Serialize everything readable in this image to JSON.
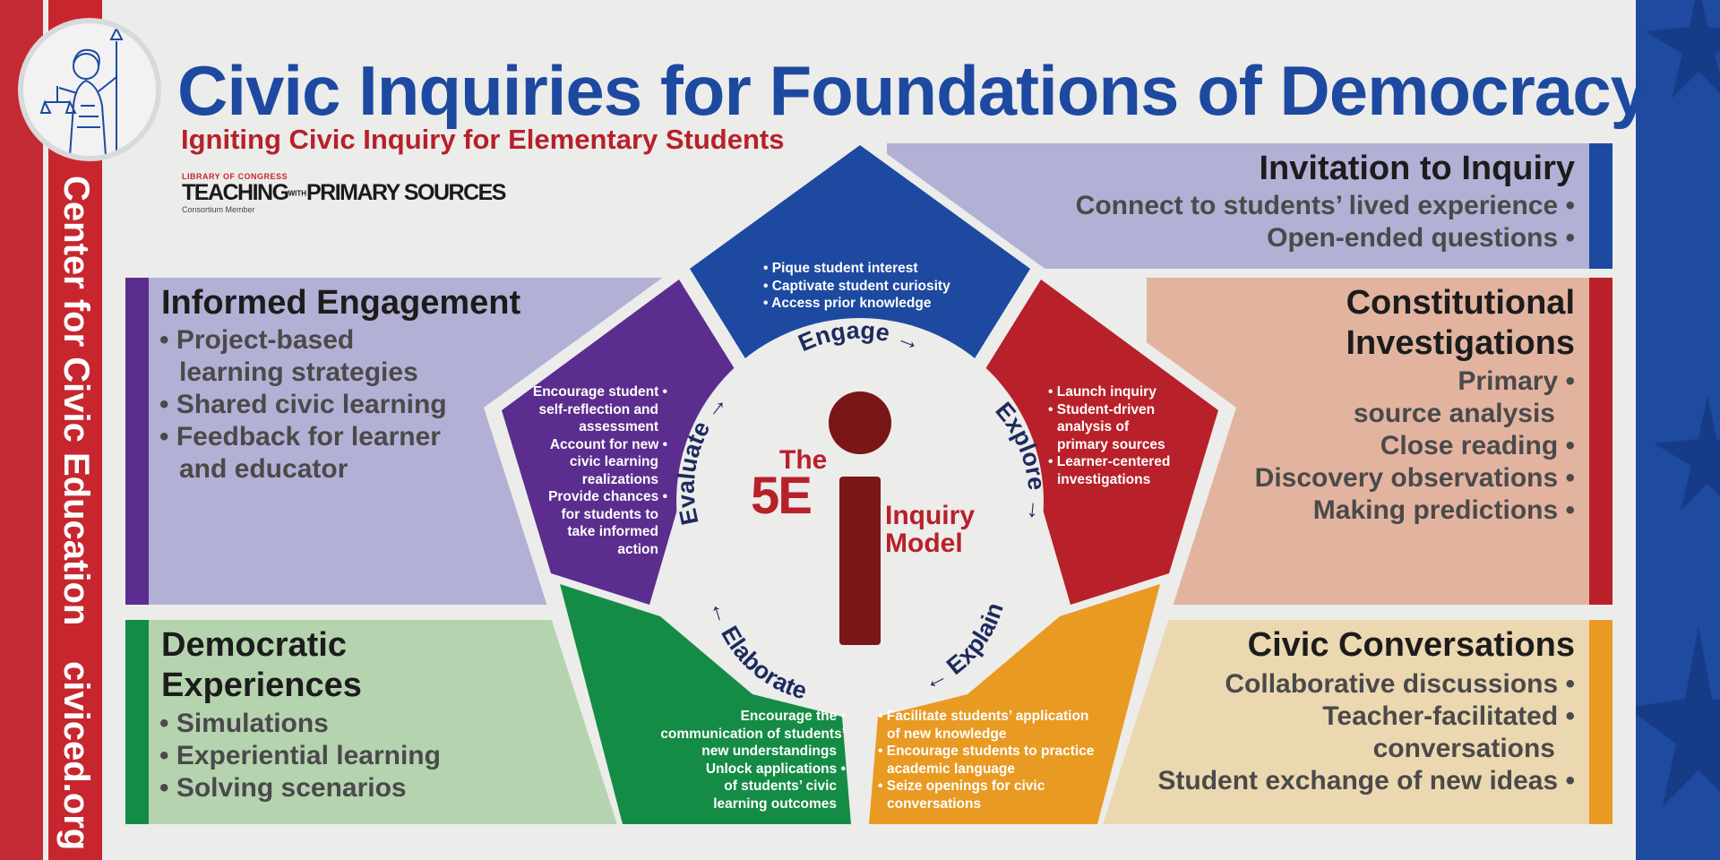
{
  "header": {
    "title": "Civic Inquiries for Foundations of Democracy",
    "subtitle": "Igniting Civic Inquiry for Elementary Students"
  },
  "logo": {
    "line1": "LIBRARY OF CONGRESS",
    "line2a": "TEACHING",
    "line2b": "WITH",
    "line2c": "PRIMARY SOURCES",
    "line3": "Consortium Member"
  },
  "sidebar": {
    "org_name": "Center for Civic Education",
    "url": "civiced.org"
  },
  "panels": {
    "invitation": {
      "title": "Invitation to Inquiry",
      "items": [
        "Connect to students’ lived experience •",
        "Open-ended questions •"
      ]
    },
    "informed": {
      "title": "Informed Engagement",
      "items": [
        "• Project-based",
        "learning strategies",
        "• Shared civic learning",
        "• Feedback for learner",
        "and educator"
      ]
    },
    "constitutional": {
      "title_line1": "Constitutional",
      "title_line2": "Investigations",
      "items": [
        "Primary •",
        "source analysis",
        "Close reading •",
        "Discovery observations •",
        "Making predictions •"
      ]
    },
    "democratic": {
      "title_line1": "Democratic",
      "title_line2": "Experiences",
      "items": [
        "• Simulations",
        "• Experiential learning",
        "• Solving scenarios"
      ]
    },
    "civic": {
      "title": "Civic Conversations",
      "items": [
        "Collaborative discussions •",
        "Teacher-facilitated •",
        "conversations",
        "Student exchange of new ideas •"
      ]
    }
  },
  "model": {
    "center": {
      "the": "The",
      "five_e": "5E",
      "inquiry": "Inquiry",
      "model": "Model"
    },
    "stages": {
      "engage": {
        "label": "Engage →",
        "items": [
          "• Pique student interest",
          "• Captivate student curiosity",
          "• Access prior knowledge"
        ]
      },
      "explore": {
        "label": "Explore →",
        "items": [
          "• Launch inquiry",
          "• Student-driven",
          "analysis of",
          "primary sources",
          "• Learner-centered",
          "investigations"
        ]
      },
      "explain": {
        "label": "← Explain",
        "items": [
          "• Facilitate students’ application",
          "of new knowledge",
          "• Encourage students to practice",
          "academic language",
          "• Seize openings for civic",
          "conversations"
        ]
      },
      "elaborate": {
        "label": "← Elaborate",
        "items": [
          "Encourage the •",
          "communication of students’",
          "new understandings",
          "Unlock applications •",
          "of students’ civic",
          "learning outcomes"
        ]
      },
      "evaluate": {
        "label": "Evaluate →",
        "items": [
          "Encourage student •",
          "self-reflection and",
          "assessment",
          "Account for new •",
          "civic learning",
          "realizations",
          "Provide chances •",
          "for students to",
          "take informed",
          "action"
        ]
      }
    }
  },
  "colors": {
    "blue": "#1d4aa0",
    "red": "#b8202a",
    "purple": "#5b2d8e",
    "green": "#158c45",
    "orange": "#e89a23",
    "dark_red": "#7a1518"
  }
}
